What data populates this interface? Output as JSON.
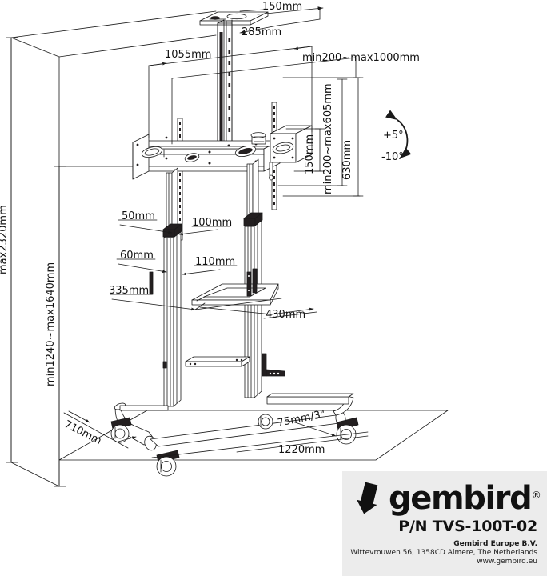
{
  "document": {
    "type": "technical-dimension-drawing",
    "subject": "Mobile TV floor stand / trolley with mount bracket",
    "units": "mm"
  },
  "dimensions": {
    "top_plate_width": "150mm",
    "top_plate_depth": "285mm",
    "total_width_top": "1055mm",
    "vesa_horizontal": "min200~max1000mm",
    "vesa_vertical": "min200~max605mm",
    "bracket_slot_height": "150mm",
    "bracket_panel_height": "630mm",
    "column_outer_width": "50mm",
    "column_outer_depth": "100mm",
    "column_inner_width": "60mm",
    "column_inner_depth": "110mm",
    "shelf_depth": "335mm",
    "shelf_width": "430mm",
    "base_depth": "710mm",
    "base_width": "1220mm",
    "caster_size": "75mm/3\"",
    "max_height": "max2320mm",
    "mount_height_range": "min1240~max1640mm"
  },
  "tilt": {
    "up": "+5°",
    "down": "-10°"
  },
  "brand": {
    "name": "gembird",
    "registered_mark": "®",
    "part_number": "P/N TVS-100T-02",
    "company": "Gembird Europe B.V.",
    "address": "Wittevrouwen 56, 1358CD Almere, The Netherlands",
    "website": "www.gembird.eu",
    "plate_color": "#ececec"
  },
  "style": {
    "line_color": "#1a1a1a",
    "fill_color": "#ffffff",
    "dark_fill": "#231f20",
    "background": "#ffffff"
  }
}
